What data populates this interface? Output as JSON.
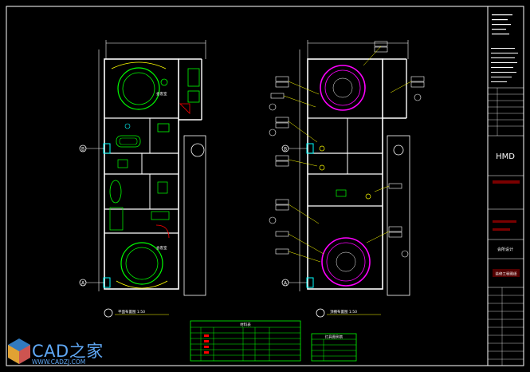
{
  "colors": {
    "background": "#000000",
    "frame": "#ffffff",
    "wall": "#ffffff",
    "furniture": "#00ff00",
    "cyan": "#00ffff",
    "magenta": "#ff00ff",
    "red": "#ff0000",
    "yellow": "#ffff00",
    "watermark": "#5fa8f5"
  },
  "drawing": {
    "left_plan_caption": "平面布置图 1:50",
    "right_plan_caption": "顶棚布置图 1:50",
    "axis_labels": [
      "B",
      "A"
    ],
    "room_tags": [
      "会客室",
      "会客室"
    ]
  },
  "title_block": {
    "logo": "HMD",
    "project_label": "会所设计",
    "drawing_title": "装修工程图纸"
  },
  "tables": {
    "material_table_title": "材料表",
    "lighting_table_title": "灯具图例表"
  },
  "watermark": {
    "brand": "CAD之家",
    "url": "WWW.CADZJ.COM"
  }
}
